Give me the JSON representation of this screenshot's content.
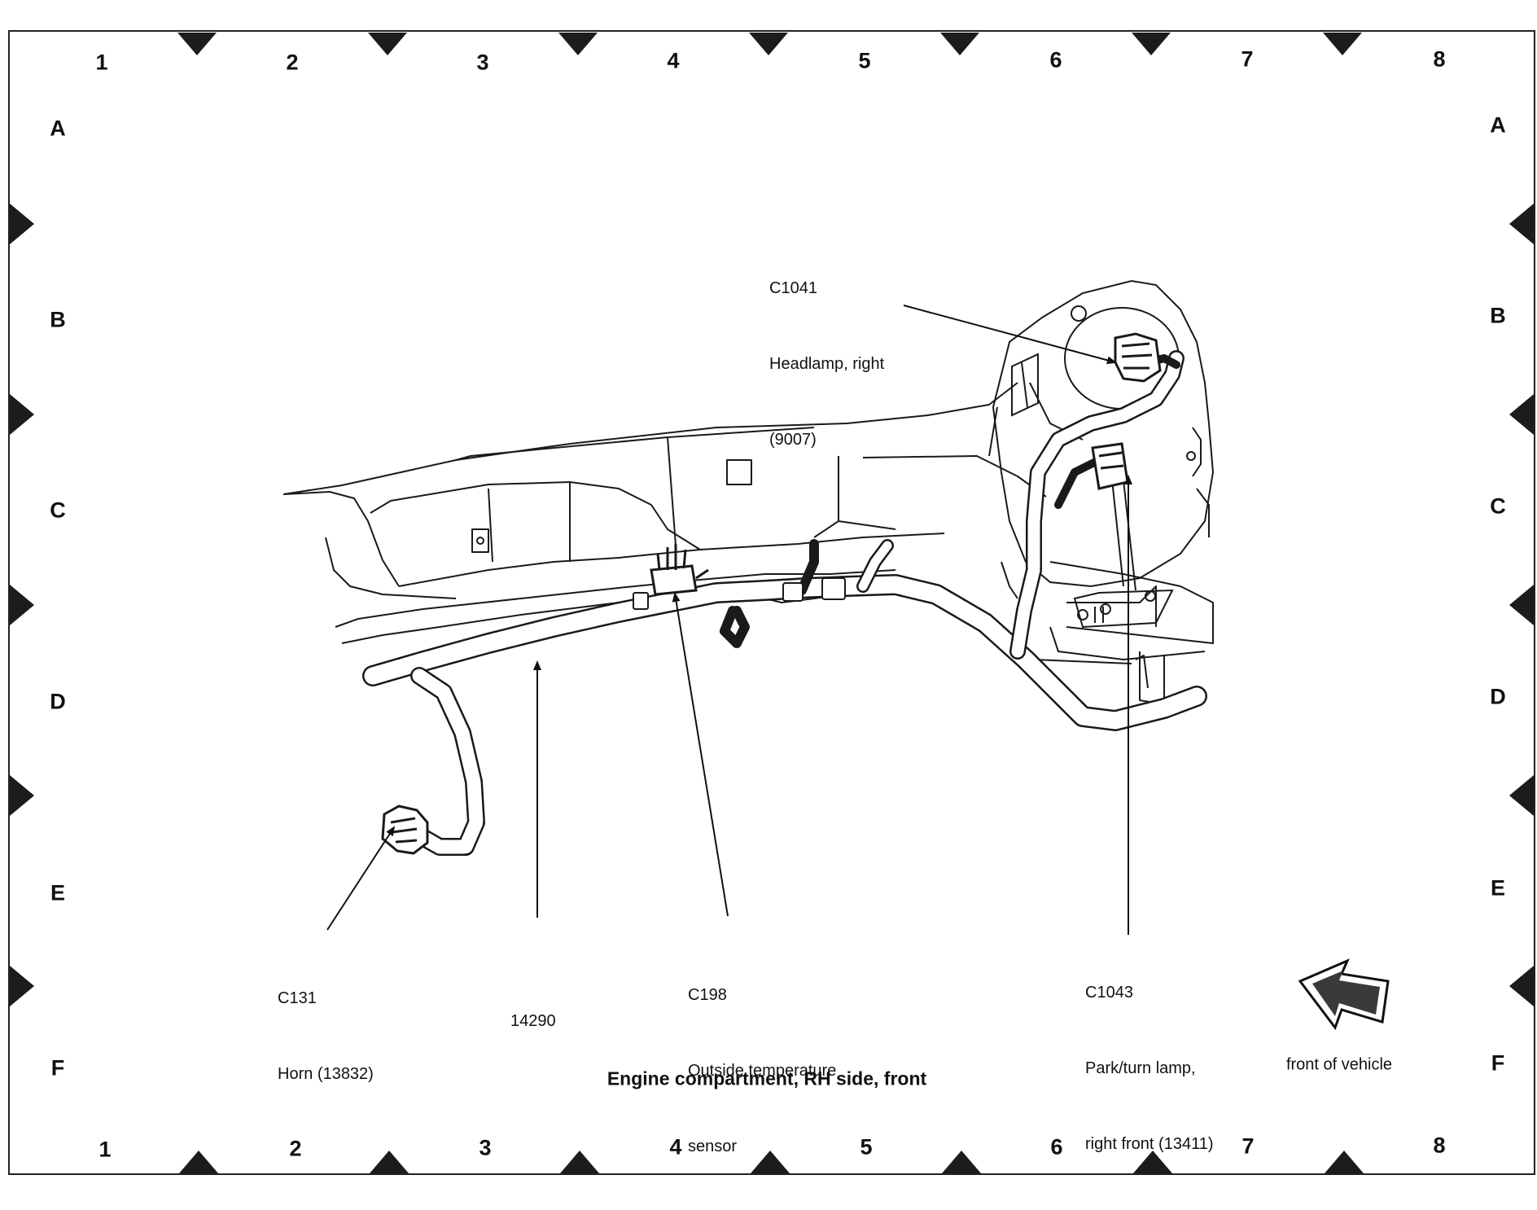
{
  "title": "Engine compartment, RH side, front",
  "grid": {
    "columns": [
      "1",
      "2",
      "3",
      "4",
      "5",
      "6",
      "7",
      "8"
    ],
    "rows": [
      "A",
      "B",
      "C",
      "D",
      "E",
      "F"
    ]
  },
  "callouts": {
    "c1041": {
      "code": "C1041",
      "line1": "Headlamp, right",
      "line2": "(9007)"
    },
    "c131": {
      "code": "C131",
      "line1": "Horn (13832)"
    },
    "harness": {
      "code": "14290"
    },
    "c198": {
      "code": "C198",
      "line1": "Outside temperature",
      "line2": "sensor"
    },
    "c1043": {
      "code": "C1043",
      "line1": "Park/turn lamp,",
      "line2": "right front (13411)"
    }
  },
  "front_indicator": {
    "label": "front of vehicle",
    "icon": "direction-arrow-icon"
  }
}
